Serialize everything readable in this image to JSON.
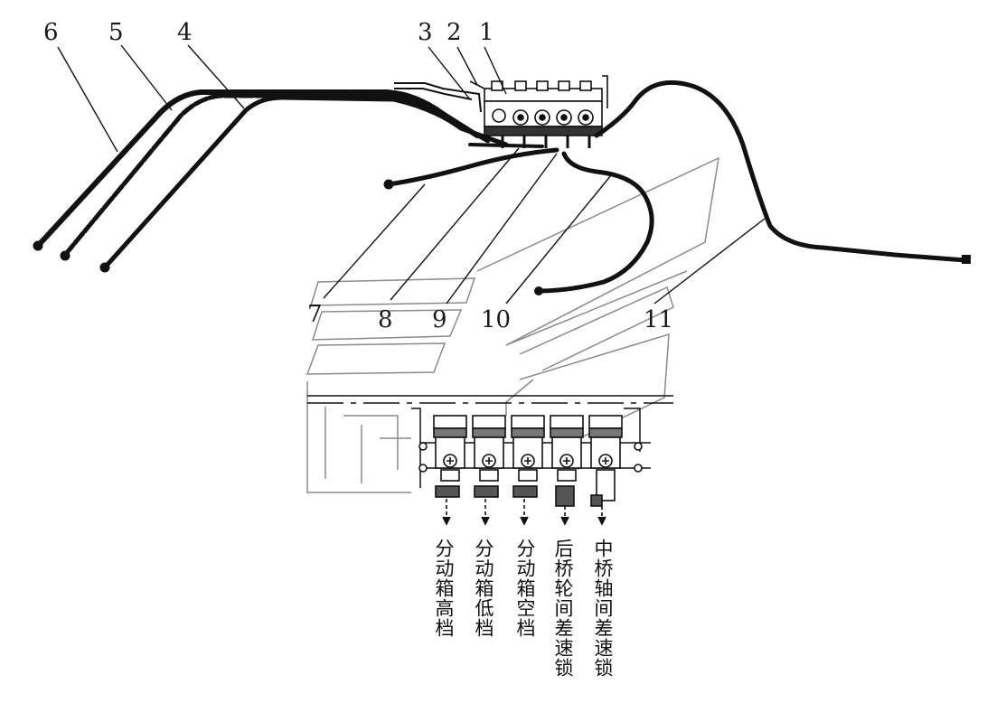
{
  "callouts": [
    "1",
    "2",
    "3",
    "4",
    "5",
    "6",
    "7",
    "8",
    "9",
    "10",
    "11"
  ],
  "valve_labels": [
    "分动箱高档",
    "分动箱低档",
    "分动箱空档",
    "后桥轮间差速锁",
    "中桥轴间差速锁"
  ],
  "colors": {
    "line": "#111111",
    "ghost": "#8a8a8a"
  }
}
